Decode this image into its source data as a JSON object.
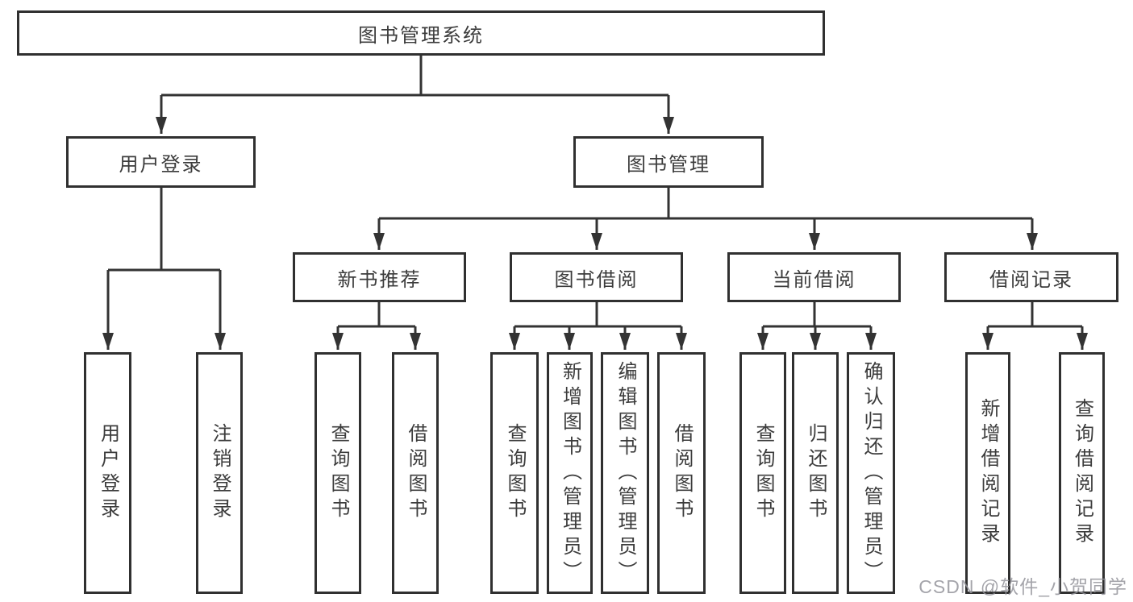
{
  "colors": {
    "line": "#333333",
    "border": "#303030",
    "text": "#3c3c3c",
    "watermark": "#94949b",
    "background": "#ffffff"
  },
  "diagram": {
    "root": {
      "label": "图书管理系统"
    },
    "branches": [
      {
        "label": "用户登录",
        "children": [
          {
            "label": "用户登录"
          },
          {
            "label": "注销登录"
          }
        ]
      },
      {
        "label": "图书管理",
        "children": [
          {
            "label": "新书推荐",
            "children": [
              {
                "label": "查询图书"
              },
              {
                "label": "借阅图书"
              }
            ]
          },
          {
            "label": "图书借阅",
            "children": [
              {
                "label": "查询图书"
              },
              {
                "label": "新增图书（管理员）"
              },
              {
                "label": "编辑图书（管理员）"
              },
              {
                "label": "借阅图书"
              }
            ]
          },
          {
            "label": "当前借阅",
            "children": [
              {
                "label": "查询图书"
              },
              {
                "label": "归还图书"
              },
              {
                "label": "确认归还（管理员）"
              }
            ]
          },
          {
            "label": "借阅记录",
            "children": [
              {
                "label": "新增借阅记录"
              },
              {
                "label": "查询借阅记录"
              }
            ]
          }
        ]
      }
    ]
  },
  "watermark": {
    "text": "CSDN @软件_小贺同学"
  }
}
